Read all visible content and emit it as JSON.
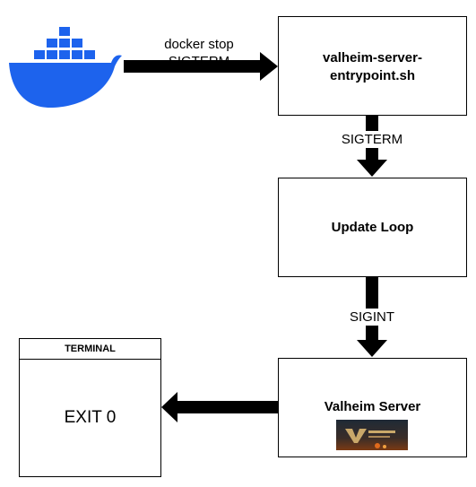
{
  "nodes": {
    "entrypoint": {
      "label": "valheim-server-entrypoint.sh"
    },
    "update_loop": {
      "label": "Update Loop"
    },
    "valheim_server": {
      "label": "Valheim Server",
      "logo_icon": "valheim-logo-icon"
    },
    "terminal": {
      "title": "TERMINAL",
      "body": "EXIT 0"
    },
    "docker": {
      "icon": "docker-whale-icon",
      "color": "#1D63ED"
    }
  },
  "edges": {
    "docker_to_entrypoint": {
      "line1": "docker stop",
      "line2": "SIGTERM"
    },
    "entrypoint_to_loop": {
      "label": "SIGTERM"
    },
    "loop_to_server": {
      "label": "SIGINT"
    },
    "server_to_terminal": {
      "label": ""
    }
  },
  "colors": {
    "arrow": "#000000",
    "border": "#000000"
  }
}
